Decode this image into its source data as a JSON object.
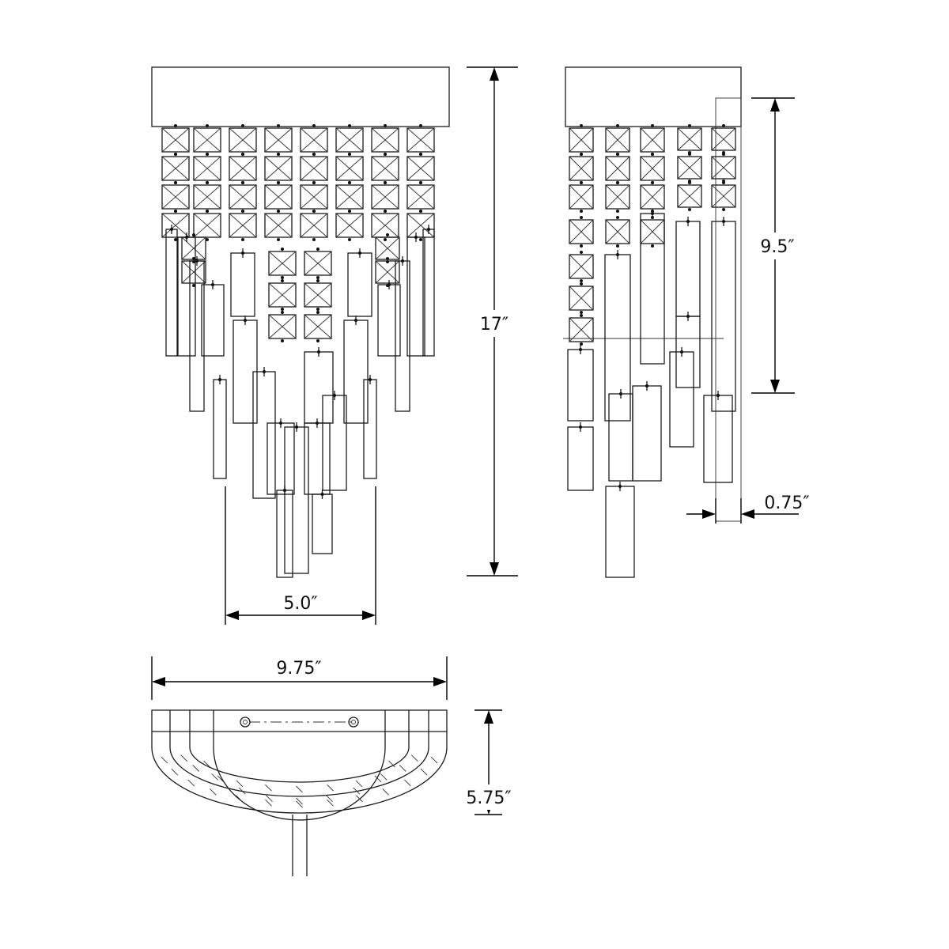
{
  "dimensions": {
    "height_total": "17″",
    "bottom_width": "5.0″",
    "side_section": "9.5″",
    "side_offset": "0.75″",
    "plate_width": "9.75″",
    "plate_depth": "5.75″"
  },
  "colors": {
    "line": "#1a1a1a",
    "background": "#ffffff"
  }
}
